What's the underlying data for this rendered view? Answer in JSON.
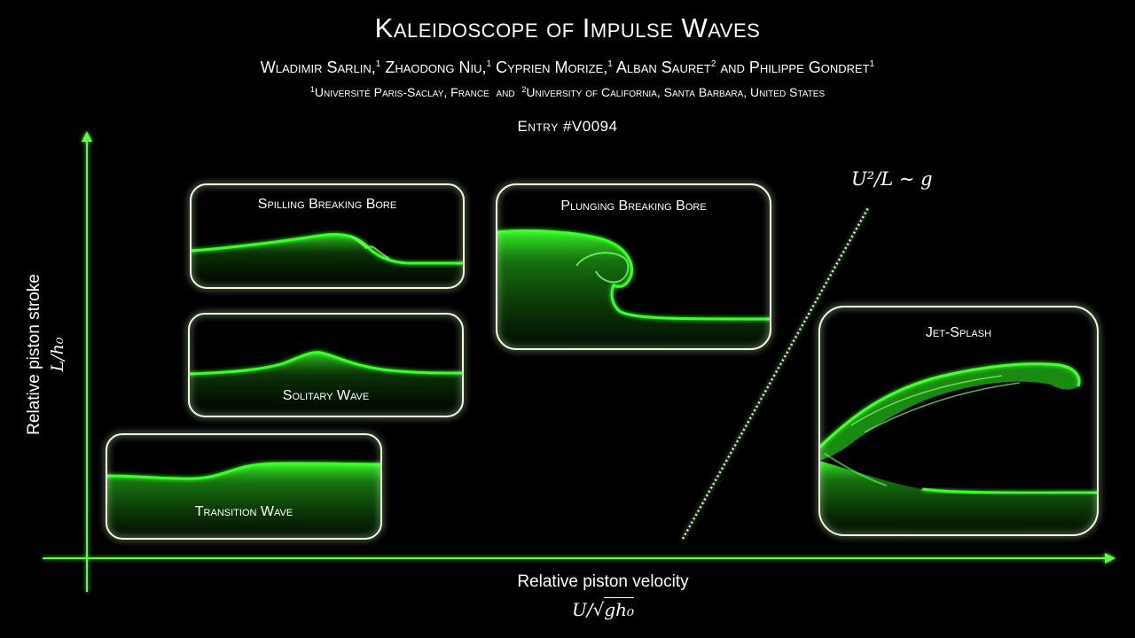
{
  "header": {
    "title": "Kaleidoscope of Impulse Waves",
    "authors": [
      {
        "name": "Wladimir Sarlin,",
        "aff": "1"
      },
      {
        "name": "Zhaodong Niu,",
        "aff": "1"
      },
      {
        "name": "Cyprien Morize,",
        "aff": "1"
      },
      {
        "name": "Alban Sauret",
        "aff": "2"
      },
      {
        "name": "and Philippe Gondret",
        "aff": "1"
      }
    ],
    "affiliations": [
      {
        "num": "1",
        "text": "Université Paris-Saclay, France"
      },
      {
        "num": "2",
        "text": "University of California, Santa Barbara, United States"
      }
    ],
    "affiliation_joiner": "and",
    "entry": "Entry #V0094"
  },
  "panels": {
    "spilling": "Spilling Breaking Bore",
    "plunging": "Plunging Breaking Bore",
    "solitary": "Solitary Wave",
    "transition": "Transition Wave",
    "jet_splash": "Jet-Splash"
  },
  "axes": {
    "y_label": "Relative piston stroke",
    "y_formula": "L/h₀",
    "x_label": "Relative piston velocity",
    "x_formula_prefix": "U/",
    "x_formula_radicand": "gh₀",
    "boundary_formula": "U²/L ~ g"
  },
  "colors": {
    "accent": "#3aff2a",
    "frame": "#e8ffd8",
    "glow": "#45ff30"
  }
}
